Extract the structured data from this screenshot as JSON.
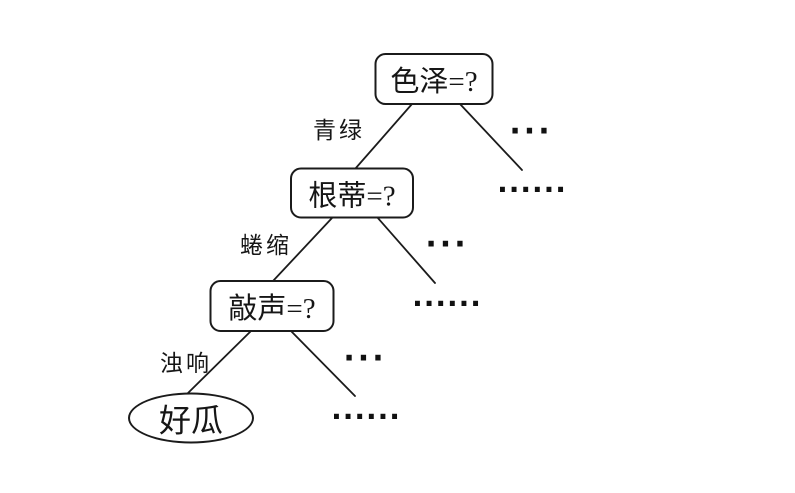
{
  "colors": {
    "ink": "#1b1b1b",
    "background": "#ffffff"
  },
  "tree": {
    "decision_nodes": [
      {
        "label": "色泽=?"
      },
      {
        "label": "根蒂=?"
      },
      {
        "label": "敲声=?"
      }
    ],
    "leaf_node": {
      "label": "好瓜"
    },
    "branch_labels": [
      {
        "label": "青绿"
      },
      {
        "label": "蜷缩"
      },
      {
        "label": "浊响"
      }
    ],
    "ellipsis": {
      "short": "···",
      "long": "······"
    }
  }
}
